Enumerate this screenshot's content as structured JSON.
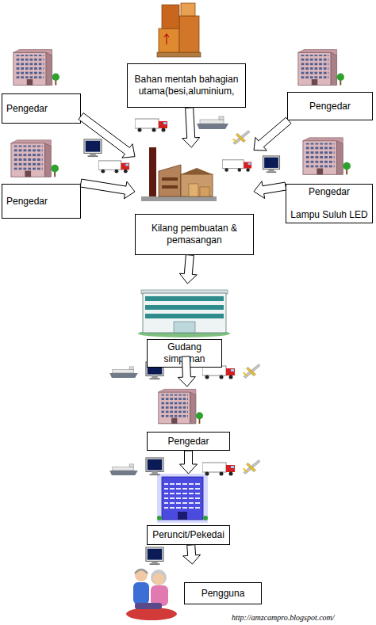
{
  "diagram": {
    "nodes": [
      {
        "text": [
          "Bahan mentah bahagian utama(besi,aluminium,"
        ]
      },
      {
        "text": [
          "Pengedar"
        ]
      },
      {
        "text": [
          "Pengedar"
        ]
      },
      {
        "text": [
          "Pengedar"
        ]
      },
      {
        "text": [
          "Pengedar",
          "Lampu Suluh LED"
        ]
      },
      {
        "text": [
          "Kilang pembuatan & pemasangan"
        ]
      },
      {
        "text": [
          "Gudang simpanan"
        ]
      },
      {
        "text": [
          "Pengedar"
        ]
      },
      {
        "text": [
          "Peruncit/Pekedai"
        ]
      },
      {
        "text": [
          "Pengguna"
        ]
      }
    ],
    "edges": [
      {
        "from": 0,
        "to": 5,
        "arrow": "to"
      },
      {
        "from": 1,
        "to": 5,
        "arrow": "to"
      },
      {
        "from": 2,
        "to": 5,
        "arrow": "to"
      },
      {
        "from": 3,
        "to": 5,
        "arrow": "to"
      },
      {
        "from": 4,
        "to": 5,
        "arrow": "to"
      },
      {
        "from": 5,
        "to": 6,
        "arrow": "to"
      },
      {
        "from": 6,
        "to": 7,
        "arrow": "to"
      },
      {
        "from": 7,
        "to": 8,
        "arrow": "to"
      },
      {
        "from": 8,
        "to": 9,
        "arrow": "to"
      }
    ],
    "labels": [
      "http://amzcampro.blogspot.com/"
    ]
  }
}
